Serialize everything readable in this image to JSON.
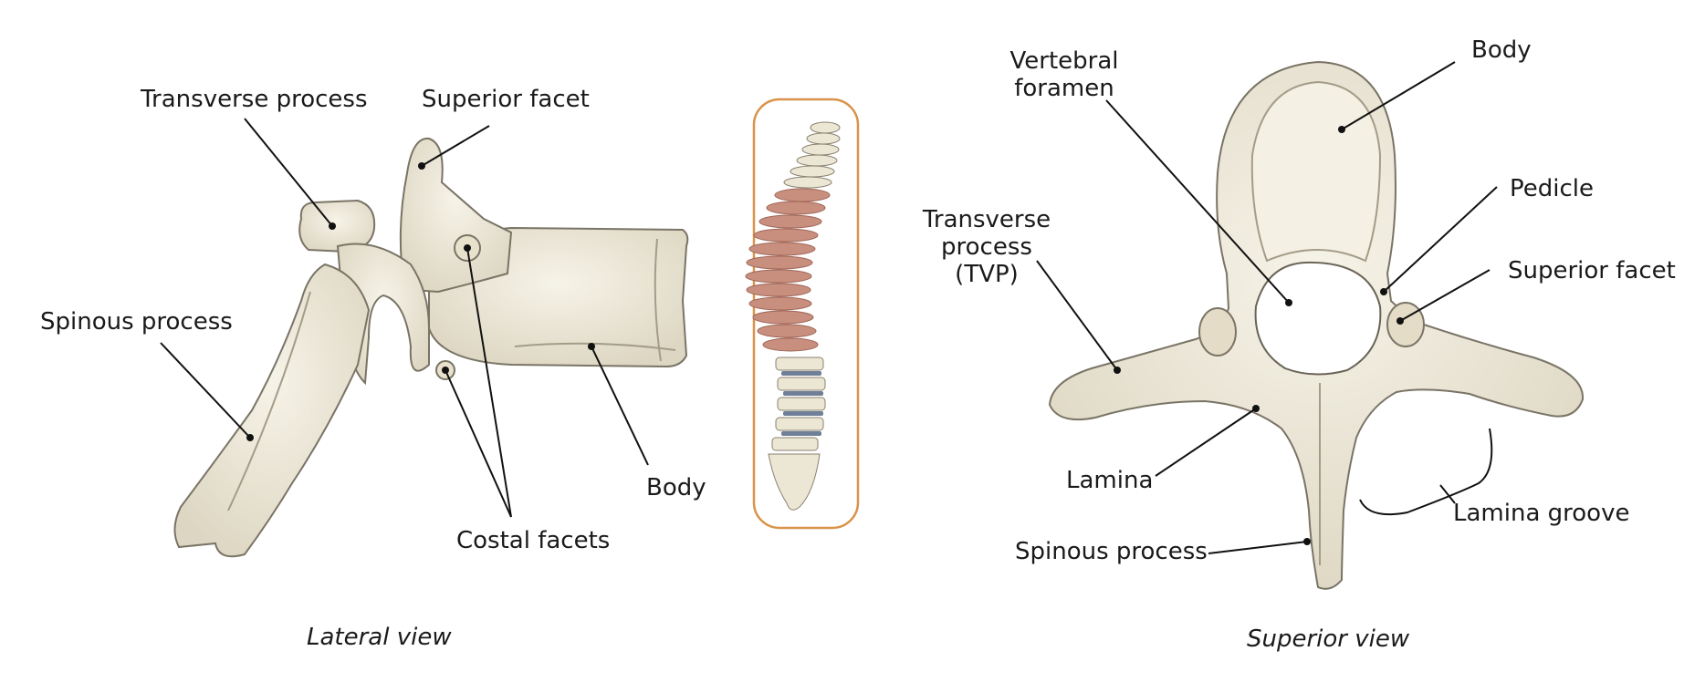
{
  "lateral": {
    "caption": "Lateral view",
    "labels": {
      "transverse_process": "Transverse process",
      "superior_facet": "Superior facet",
      "spinous_process": "Spinous process",
      "costal_facets": "Costal facets",
      "body": "Body"
    }
  },
  "superior": {
    "caption": "Superior view",
    "labels": {
      "vertebral_foramen": "Vertebral foramen",
      "body": "Body",
      "pedicle": "Pedicle",
      "transverse_process": "Transverse process (TVP)",
      "superior_facet": "Superior facet",
      "lamina": "Lamina",
      "lamina_groove": "Lamina groove",
      "spinous_process": "Spinous process"
    }
  },
  "colors": {
    "bone_fill": "#efeadb",
    "bone_stroke": "#7a7466",
    "highlight_vertebrae": "#c98f7e",
    "disc": "#6f7f97",
    "inset_border": "#d9934a",
    "leader_line": "#111111"
  }
}
